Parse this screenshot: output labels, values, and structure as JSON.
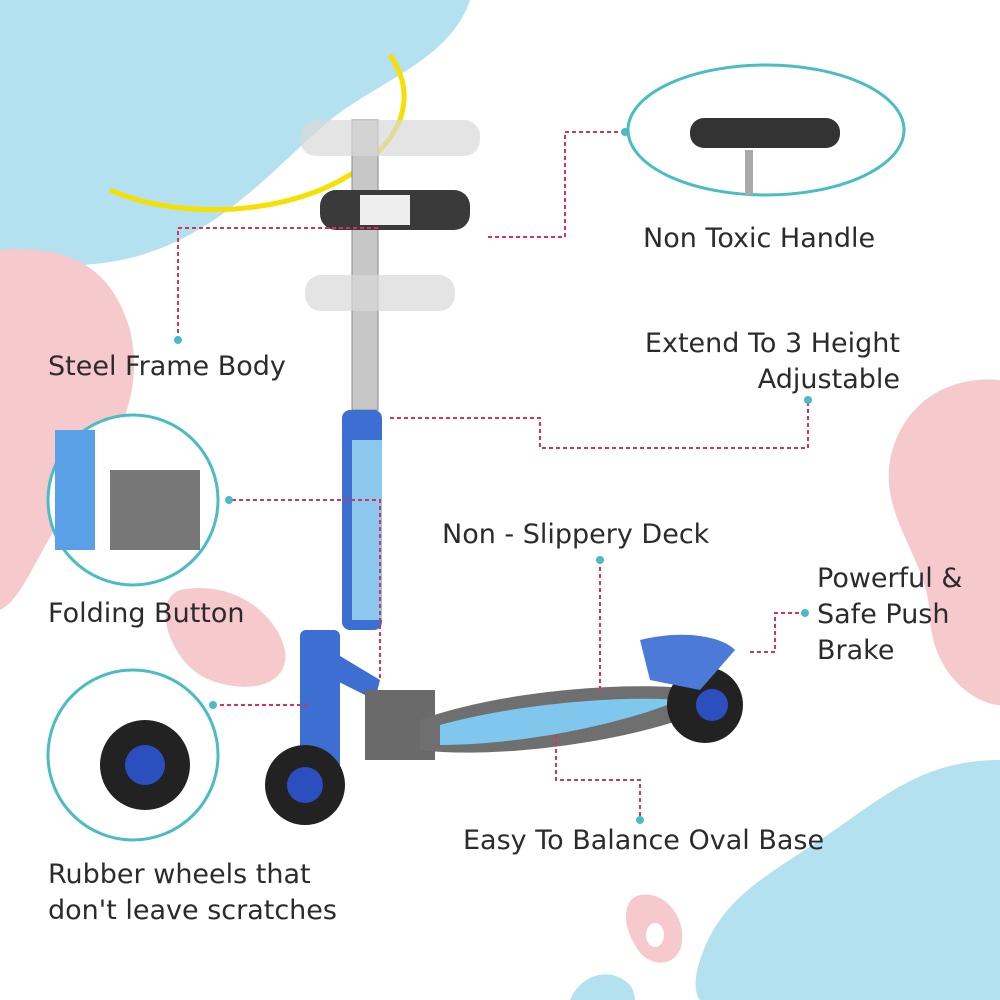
{
  "colors": {
    "blue_blob": "#b4e1ef",
    "pink_blob": "#f6c9cd",
    "teal": "#4bbcc4",
    "leader": "#d8325a",
    "scooter_blue": "#3c6fd1"
  },
  "labels": {
    "handle": "Non Toxic Handle",
    "height_line1": "Extend To 3 Height",
    "height_line2": "Adjustable",
    "steel": "Steel Frame Body",
    "folding": "Folding Button",
    "deck": "Non - Slippery Deck",
    "brake_line1": "Powerful &",
    "brake_line2": "Safe Push",
    "brake_line3": "Brake",
    "base": "Easy To Balance Oval Base",
    "wheels_line1": "Rubber  wheels  that",
    "wheels_line2": "don't leave scratches"
  }
}
